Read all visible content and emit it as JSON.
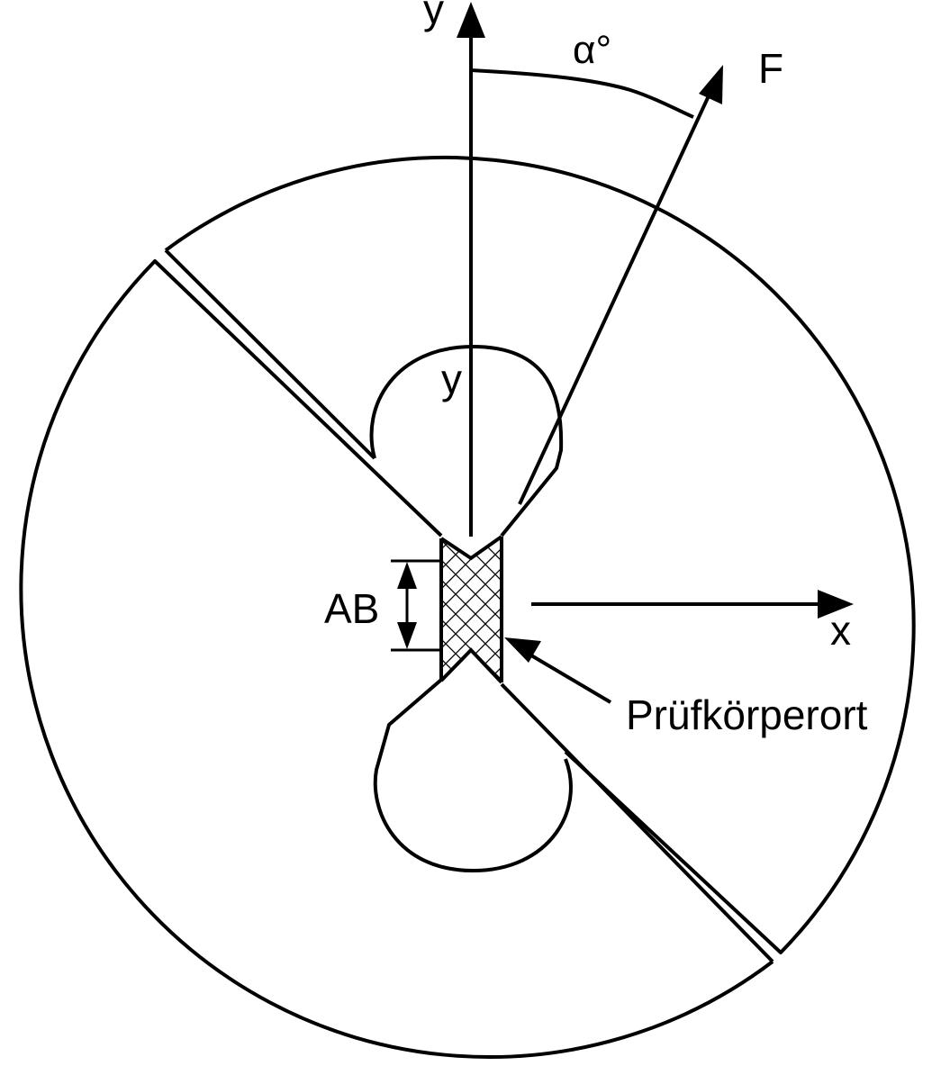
{
  "labels": {
    "y_axis_outer": "y",
    "y_axis_inner": "y",
    "angle": "α°",
    "force": "F",
    "x_axis": "x",
    "ab": "AB",
    "specimen_location": "Prüfkörperort"
  },
  "colors": {
    "stroke": "#000000",
    "background": "#ffffff"
  }
}
